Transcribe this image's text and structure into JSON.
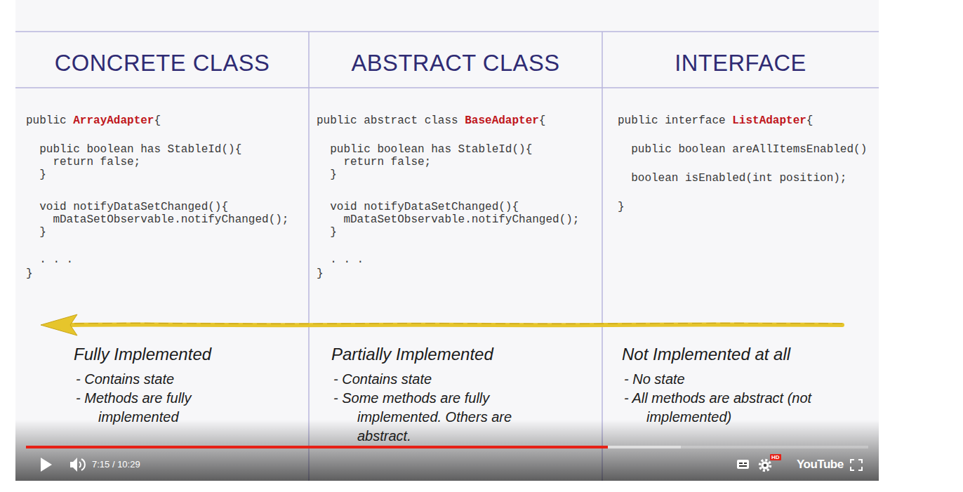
{
  "diagram": {
    "nodes": [
      {
        "text": [
          "CONCRETE CLASS",
          "public ArrayAdapter{",
          "public boolean has StableId(){",
          "return false;",
          "}",
          "void notifyDataSetChanged(){",
          "mDataSetObservable.notifyChanged();",
          "}",
          ". . .",
          "}",
          "Fully Implemented",
          "- Contains state",
          "- Methods are fully implemented"
        ]
      },
      {
        "text": [
          "ABSTRACT CLASS",
          "public abstract class BaseAdapter{",
          "public boolean has StableId(){",
          "return false;",
          "}",
          "void notifyDataSetChanged(){",
          "mDataSetObservable.notifyChanged();",
          "}",
          ". . .",
          "}",
          "Partially Implemented",
          "- Contains state",
          "- Some methods are fully implemented. Others are abstract."
        ]
      },
      {
        "text": [
          "INTERFACE",
          "public interface ListAdapter{",
          "public boolean areAllItemsEnabled()",
          "boolean isEnabled(int position);",
          "}",
          "Not Implemented at all",
          "- No state",
          "- All methods are abstract (not implemented)"
        ]
      }
    ],
    "labels": [
      "7:15 / 10:29",
      "HD",
      "YouTube"
    ]
  }
}
